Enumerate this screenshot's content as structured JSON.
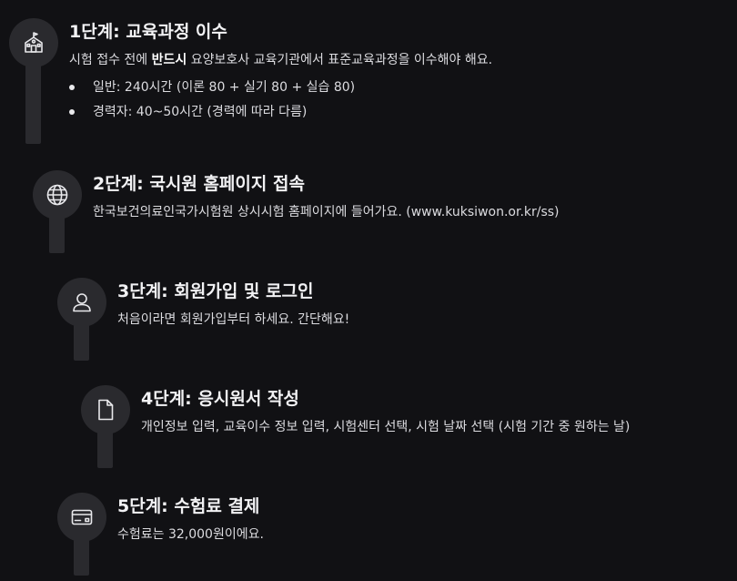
{
  "steps": [
    {
      "title": "1단계: 교육과정 이수",
      "desc_pre": "시험 접수 전에 ",
      "desc_bold": "반드시",
      "desc_post": " 요양보호사 교육기관에서 표준교육과정을 이수해야 해요.",
      "bullets": [
        "일반: 240시간 (이론 80 + 실기 80 + 실습 80)",
        "경력자: 40~50시간 (경력에 따라 다름)"
      ],
      "icon": "school-icon"
    },
    {
      "title": "2단계: 국시원 홈페이지 접속",
      "desc": "한국보건의료인국가시험원 상시시험 홈페이지에 들어가요. (www.kuksiwon.or.kr/ss)",
      "icon": "globe-icon"
    },
    {
      "title": "3단계: 회원가입 및 로그인",
      "desc": "처음이라면 회원가입부터 하세요. 간단해요!",
      "icon": "user-icon"
    },
    {
      "title": "4단계: 응시원서 작성",
      "desc": "개인정보 입력, 교육이수 정보 입력, 시험센터 선택, 시험 날짜 선택 (시험 기간 중 원하는 날)",
      "icon": "document-icon"
    },
    {
      "title": "5단계: 수험료 결제",
      "desc": "수험료는 32,000원이에요.",
      "icon": "credit-card-icon"
    }
  ]
}
